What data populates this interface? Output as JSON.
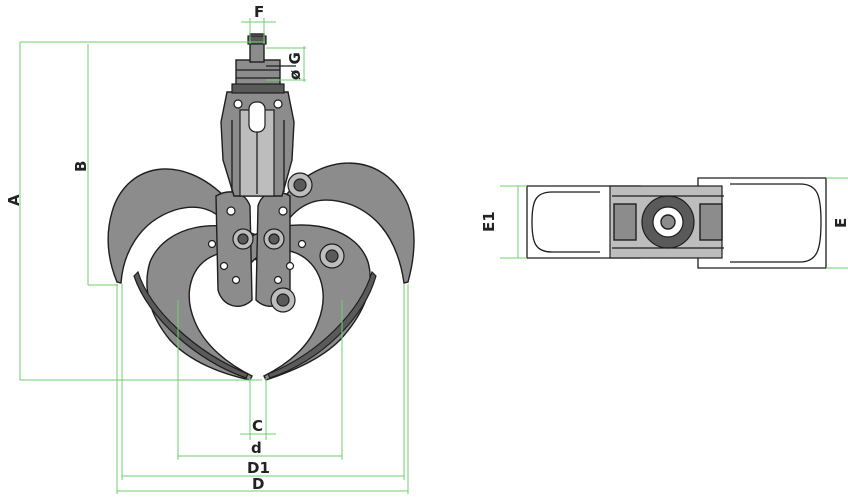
{
  "diagram": {
    "labels": {
      "A": "A",
      "B": "B",
      "C": "C",
      "d": "d",
      "D1": "D1",
      "D": "D",
      "E": "E",
      "E1": "E1",
      "F": "F",
      "G": "ø G"
    },
    "colors": {
      "dimension_line": "#6fce6f",
      "part_fill": "#8c8c8c",
      "part_outline": "#1e1e1e",
      "label": "#222222"
    }
  }
}
